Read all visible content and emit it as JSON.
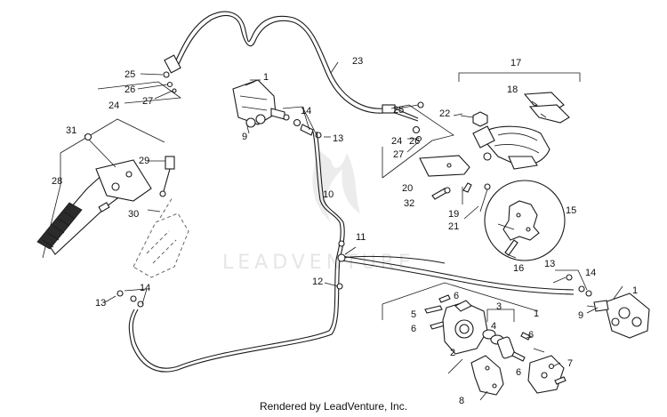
{
  "watermark": "LEADVENTURE",
  "footer": "Rendered by LeadVenture, Inc.",
  "callouts": {
    "c1a": "1",
    "c1b": "1",
    "c1c": "1",
    "c2": "2",
    "c3": "3",
    "c4": "4",
    "c5": "5",
    "c6a": "6",
    "c6b": "6",
    "c6c": "6",
    "c6d": "6",
    "c7": "7",
    "c8": "8",
    "c9a": "9",
    "c9b": "9",
    "c10": "10",
    "c11": "11",
    "c12": "12",
    "c13a": "13",
    "c13b": "13",
    "c13c": "13",
    "c14a": "14",
    "c14b": "14",
    "c14c": "14",
    "c15": "15",
    "c16": "16",
    "c17": "17",
    "c18": "18",
    "c19": "19",
    "c20": "20",
    "c21": "21",
    "c22": "22",
    "c23": "23",
    "c24a": "24",
    "c24b": "24",
    "c25a": "25",
    "c25b": "25",
    "c26a": "26",
    "c26b": "26",
    "c27a": "27",
    "c27b": "27",
    "c28": "28",
    "c29": "29",
    "c30": "30",
    "c31": "31",
    "c32": "32"
  }
}
